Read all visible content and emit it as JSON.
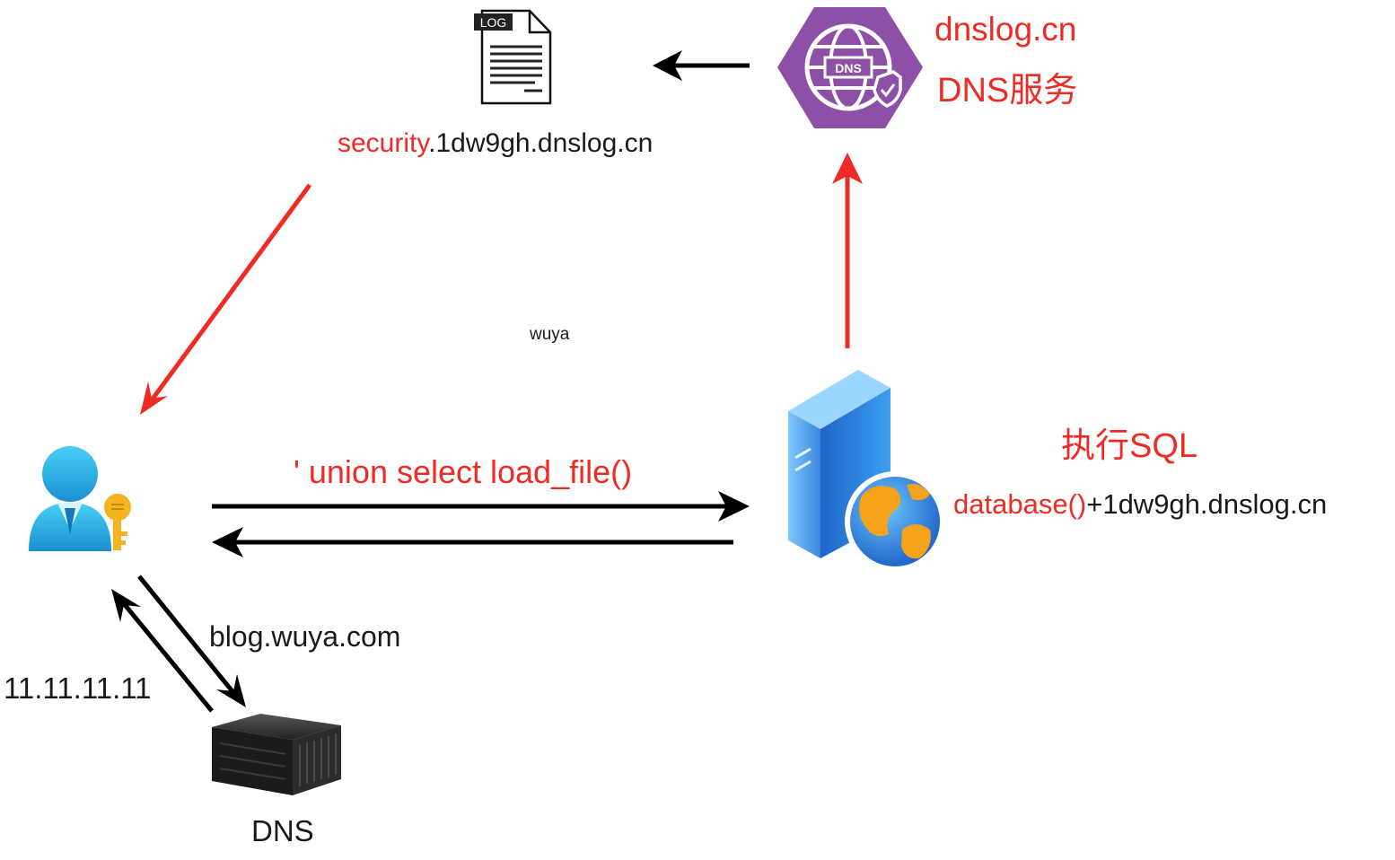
{
  "labels": {
    "log_domain_prefix": "security",
    "log_domain_suffix": ".1dw9gh.dnslog.cn",
    "dnslog_site": "dnslog.cn",
    "dns_service": "DNS服务",
    "watermark": "wuya",
    "execute_sql": "执行SQL",
    "payload": "' union select load_file()",
    "db_func": "database()",
    "db_domain": "+1dw9gh.dnslog.cn",
    "query_domain": "blog.wuya.com",
    "resolved_ip": "11.11.11.11",
    "dns_server": "DNS",
    "log_badge": "LOG",
    "dns_badge": "DNS"
  },
  "colors": {
    "highlight_red": "#ee2b24",
    "text_dark": "#1a1a1a",
    "hexagon_purple": "#8e4fa6",
    "server_blue": "#2f7fd6",
    "user_cyan": "#29b6e6",
    "key_gold": "#f4b321"
  }
}
